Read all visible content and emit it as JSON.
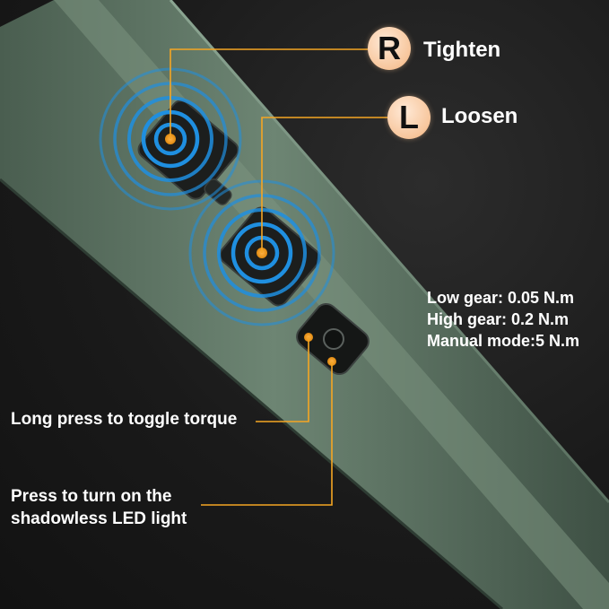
{
  "callouts": {
    "tighten": {
      "letter": "R",
      "label": "Tighten"
    },
    "loosen": {
      "letter": "L",
      "label": "Loosen"
    }
  },
  "specs": [
    "Low gear: 0.05 N.m",
    "High gear: 0.2 N.m",
    "Manual mode:5 N.m"
  ],
  "annotations": {
    "long_press": "Long press to toggle torque",
    "light_line1": "Press to turn on the",
    "light_line2": "shadowless LED light"
  },
  "colors": {
    "accent_orange": "#f5a623",
    "ripple_blue": "#1f8fe0",
    "body_green": "#5d7463"
  }
}
